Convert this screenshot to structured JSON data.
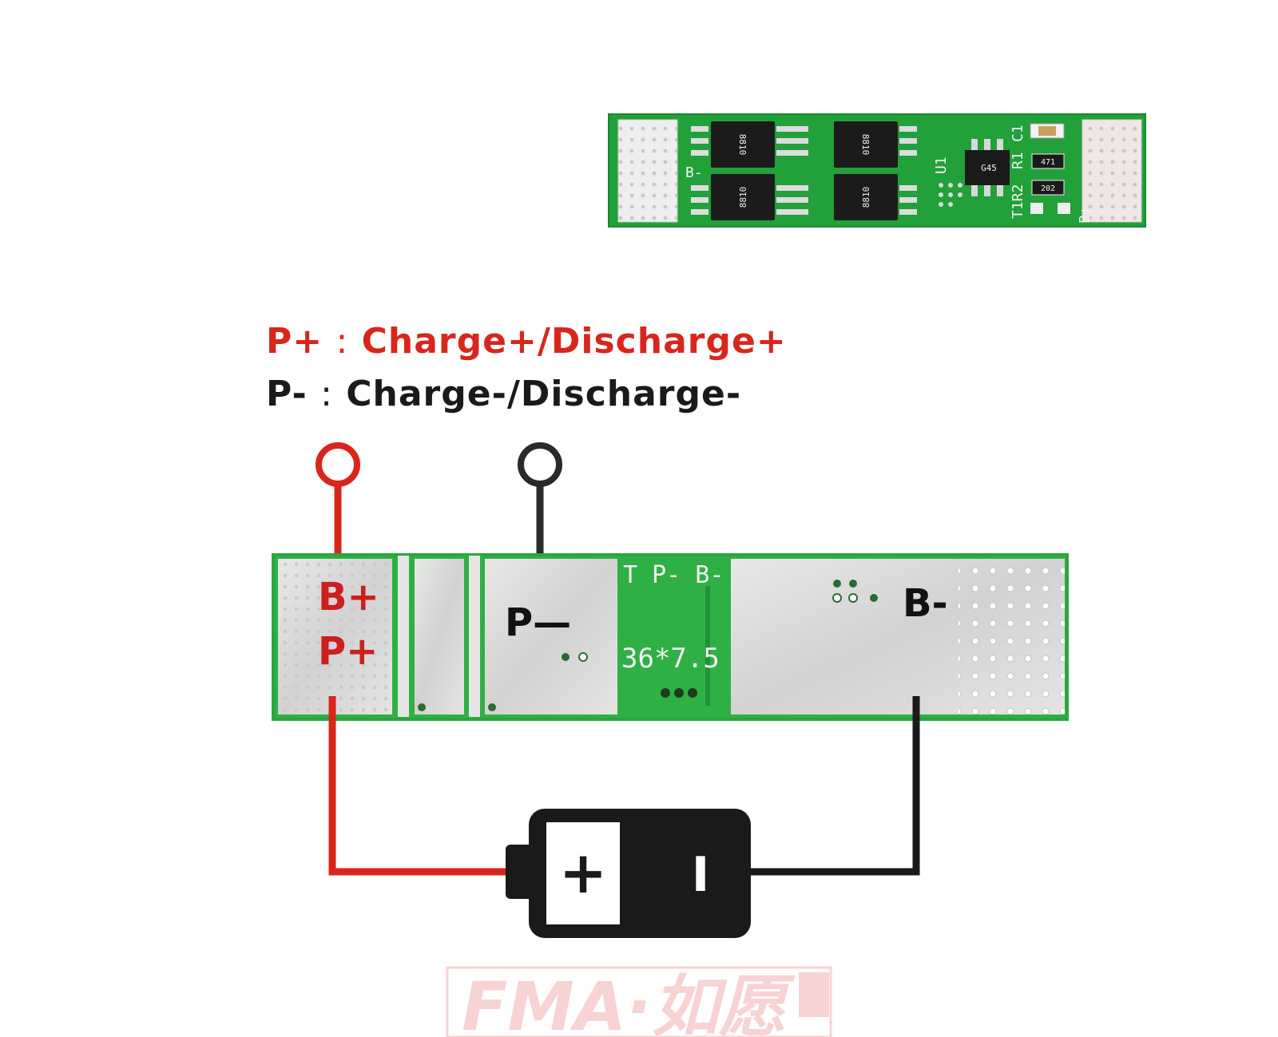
{
  "legend": {
    "positive": {
      "terminal": "P+",
      "colon": ":",
      "text": "Charge+/Discharge+"
    },
    "negative": {
      "terminal": "P-",
      "colon": ":",
      "text": "Charge-/Discharge-"
    }
  },
  "board_top": {
    "chips": [
      "8810",
      "8810",
      "8810",
      "8810"
    ],
    "ic_label": "G45",
    "silk": {
      "u1": "U1",
      "t1r2": "T1R2",
      "r1": "R1",
      "c1": "C1",
      "bneg": "B-",
      "bpos": "B+",
      "res1": "471",
      "res2": "202"
    }
  },
  "board_diagram": {
    "pads": {
      "bplus": "B+",
      "pplus": "P+",
      "pminus": "P—",
      "bminus": "B-"
    },
    "silk_pins": "T P- B-",
    "silk_size": "36*7.5"
  },
  "battery": {
    "plus": "+",
    "minus": "I"
  },
  "watermark": {
    "text": "FMA·如愿"
  },
  "colors": {
    "positive": "#d9261c",
    "negative": "#1a1a1a",
    "pcb_green": "#2aa63e",
    "pad_silver": "#d8d8d8"
  }
}
